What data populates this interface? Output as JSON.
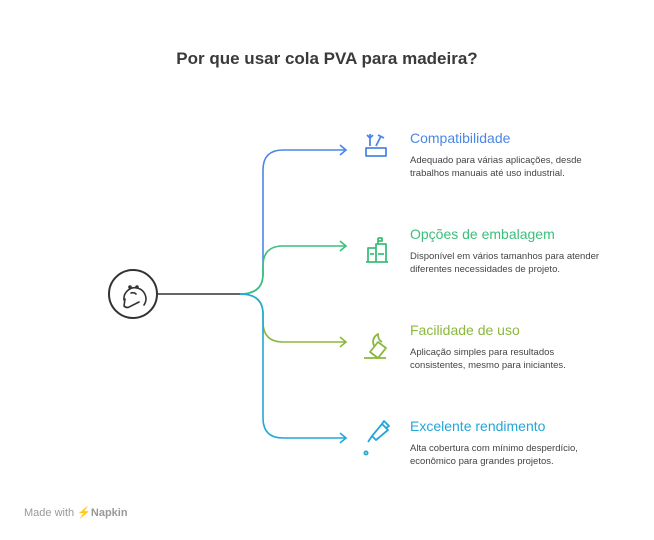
{
  "title": "Por que usar cola PVA para madeira?",
  "center_icon": "thinking-face-icon",
  "items": [
    {
      "title": "Compatibilidade",
      "desc_lines": [
        "Adequado para várias aplicações, desde",
        "trabalhos manuais até uso industrial."
      ],
      "color": "#4a86e8",
      "icon": "tools-box-icon"
    },
    {
      "title": "Opções de embalagem",
      "desc_lines": [
        "Disponível em vários tamanhos para atender",
        "diferentes necessidades de projeto."
      ],
      "color": "#3cbf7a",
      "icon": "containers-icon"
    },
    {
      "title": "Facilidade de uso",
      "desc_lines": [
        "Aplicação simples para resultados",
        "consistentes, mesmo para iniciantes."
      ],
      "color": "#8ab83a",
      "icon": "easy-hand-icon"
    },
    {
      "title": "Excelente rendimento",
      "desc_lines": [
        "Alta cobertura com mínimo desperdício,",
        "econômico para grandes projetos."
      ],
      "color": "#22a7d9",
      "icon": "glue-bottle-icon"
    }
  ],
  "footer": {
    "made_with": "Made with",
    "brand": "Napkin"
  }
}
